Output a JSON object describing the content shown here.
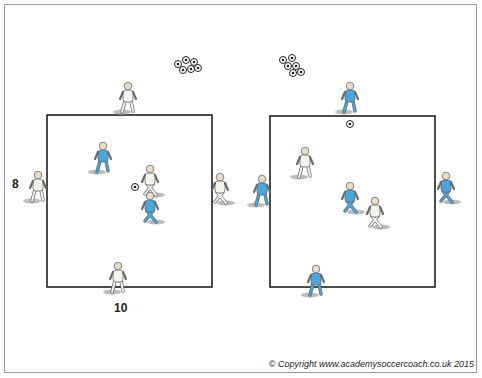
{
  "diagram": {
    "labels": [
      "8",
      "10",
      "© Copyright www.academysoccercoach.co.uk 2015"
    ]
  }
}
